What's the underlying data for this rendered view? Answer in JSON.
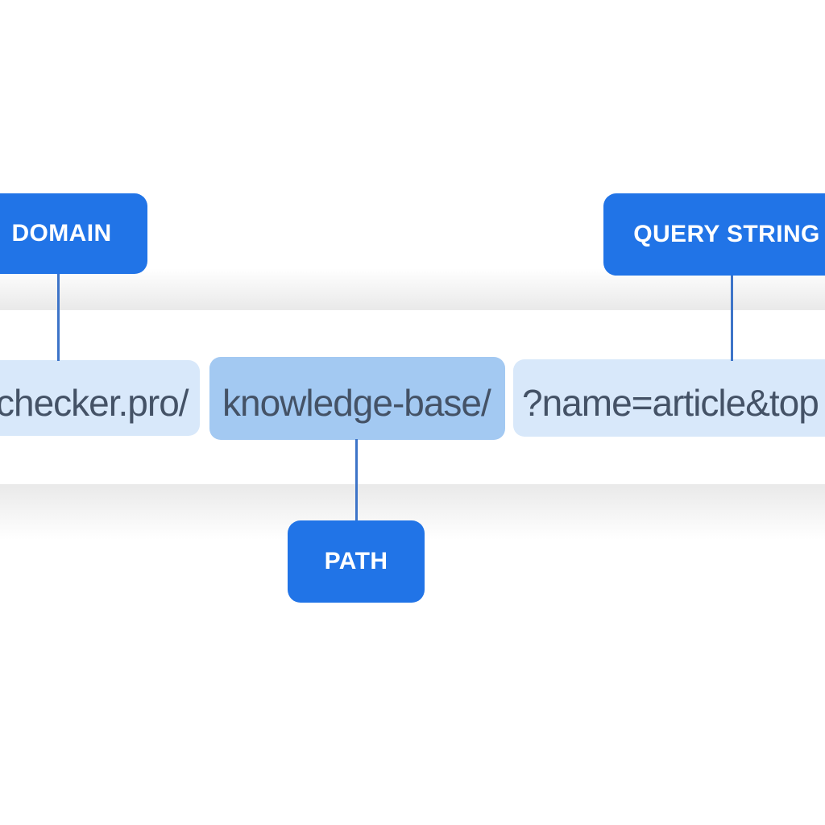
{
  "diagram": {
    "labels": {
      "domain": "DOMAIN",
      "query_string": "QUERY STRING",
      "path": "PATH"
    },
    "url": {
      "domain_segment": "checker.pro/",
      "path_segment": "knowledge-base/",
      "query_segment": "?name=article&top"
    },
    "colors": {
      "label_bg": "#2174e7",
      "label_text": "#ffffff",
      "segment_light_bg": "#d8e8fa",
      "segment_medium_bg": "#a3c9f2",
      "url_text": "#445266",
      "connector": "#3d74c8",
      "shadow_band": "#e9e9e9"
    }
  }
}
